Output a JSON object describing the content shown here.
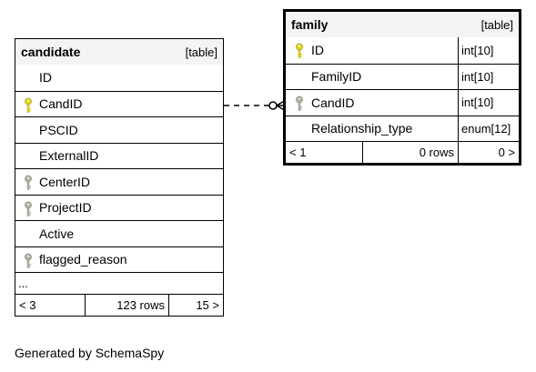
{
  "candidate": {
    "name": "candidate",
    "type": "[table]",
    "columns": [
      {
        "name": "ID",
        "key": "none"
      },
      {
        "name": "CandID",
        "key": "primary"
      },
      {
        "name": "PSCID",
        "key": "none"
      },
      {
        "name": "ExternalID",
        "key": "none"
      },
      {
        "name": "CenterID",
        "key": "foreign"
      },
      {
        "name": "ProjectID",
        "key": "foreign"
      },
      {
        "name": "Active",
        "key": "none"
      },
      {
        "name": "flagged_reason",
        "key": "foreign"
      }
    ],
    "more": "...",
    "footer": {
      "prev": "< 3",
      "rows": "123 rows",
      "next": "15 >"
    }
  },
  "family": {
    "name": "family",
    "type": "[table]",
    "columns": [
      {
        "name": "ID",
        "type": "int[10]",
        "key": "primary"
      },
      {
        "name": "FamilyID",
        "type": "int[10]",
        "key": "none"
      },
      {
        "name": "CandID",
        "type": "int[10]",
        "key": "foreign"
      },
      {
        "name": "Relationship_type",
        "type": "enum[12]",
        "key": "none"
      }
    ],
    "footer": {
      "prev": "< 1",
      "rows": "0 rows",
      "next": "0 >"
    }
  },
  "generated_by": "Generated by SchemaSpy",
  "colors": {
    "primary_key": "#e8d800",
    "foreign_key": "#b0b0b0"
  }
}
